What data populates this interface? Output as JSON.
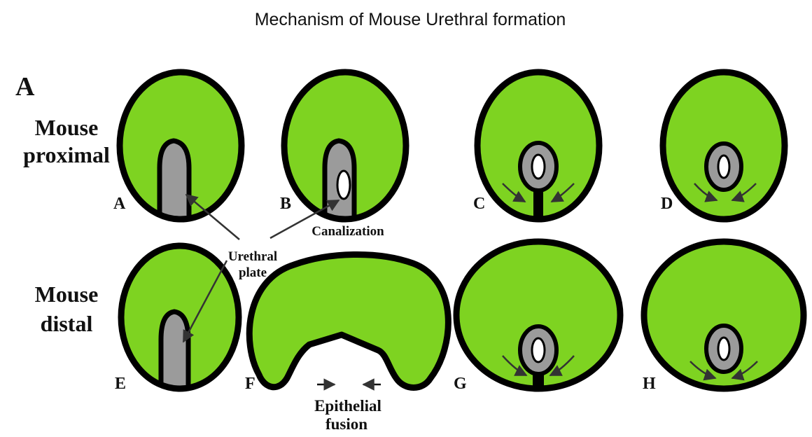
{
  "title": "Mechanism of Mouse Urethral formation",
  "panel_label": "A",
  "row_labels": {
    "proximal_line1": "Mouse",
    "proximal_line2": "proximal",
    "distal_line1": "Mouse",
    "distal_line2": "distal"
  },
  "stage_labels": {
    "a": "A",
    "b": "B",
    "c": "C",
    "d": "D",
    "e": "E",
    "f": "F",
    "g": "G",
    "h": "H"
  },
  "annotations": {
    "urethral_plate_line1": "Urethral",
    "urethral_plate_line2": "plate",
    "canalization": "Canalization",
    "epithelial_fusion_line1": "Epithelial",
    "epithelial_fusion_line2": "fusion"
  },
  "colors": {
    "tissue": "#7ed321",
    "outline": "#000000",
    "epithelium": "#9b9b9b",
    "lumen": "#ffffff",
    "arrow": "#333333"
  }
}
